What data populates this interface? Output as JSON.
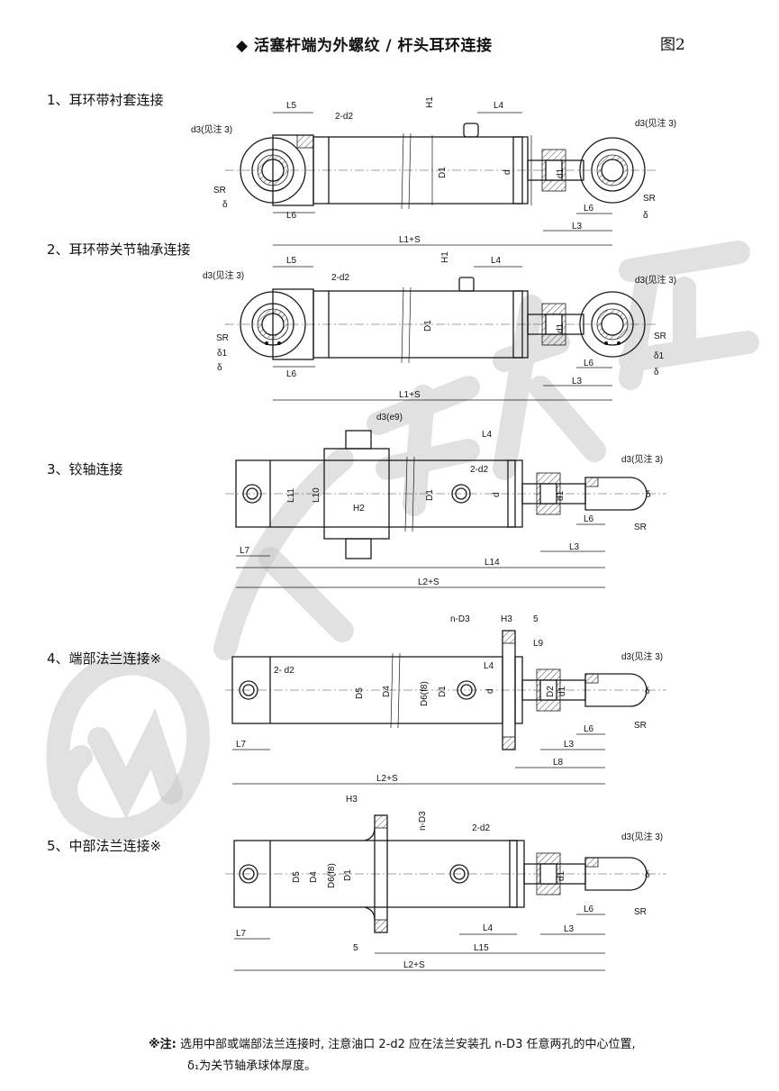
{
  "header": {
    "title": "◆ 活塞杆端为外螺纹 / 杆头耳环连接",
    "figure_label": "图2"
  },
  "sections": [
    {
      "label": "1、耳环带衬套连接"
    },
    {
      "label": "2、耳环带关节轴承连接"
    },
    {
      "label": "3、铰轴连接"
    },
    {
      "label": "4、端部法兰连接※"
    },
    {
      "label": "5、中部法兰连接※"
    }
  ],
  "dims": {
    "s1": [
      "L5",
      "2-d2",
      "H1",
      "L4",
      "d3(见注 3)",
      "d3(见注 3)",
      "D1",
      "d",
      "d1",
      "SR",
      "δ",
      "SR",
      "δ",
      "L6",
      "L6",
      "L3",
      "L1+S"
    ],
    "s2": [
      "L5",
      "2-d2",
      "H1",
      "L4",
      "d3(见注 3)",
      "d3(见注 3)",
      "D1",
      "d1",
      "SR",
      "δ1",
      "δ",
      "SR",
      "δ1",
      "δ",
      "L6",
      "L6",
      "L3",
      "L1+S"
    ],
    "s3": [
      "d3(e9)",
      "L4",
      "d3(见注 3)",
      "2-d2",
      "L11",
      "L10",
      "H2",
      "D1",
      "d",
      "d1",
      "δ",
      "L6",
      "SR",
      "L7",
      "L3",
      "L14",
      "L2+S"
    ],
    "s4": [
      "n-D3",
      "H3",
      "5",
      "L9",
      "L4",
      "d3(见注 3)",
      "2- d2",
      "D5",
      "D4",
      "D6(f8)",
      "D1",
      "d",
      "D2",
      "d1",
      "δ",
      "L6",
      "SR",
      "L7",
      "L3",
      "L8",
      "L2+S"
    ],
    "s5": [
      "H3",
      "n-D3",
      "2-d2",
      "d3(见注 3)",
      "D5",
      "D4",
      "D6(f8)",
      "D1",
      "d1",
      "δ",
      "L6",
      "SR",
      "L4",
      "L3",
      "L7",
      "5",
      "L15",
      "L2+S"
    ]
  },
  "note": {
    "prefix": "※注:",
    "line1": "选用中部或端部法兰连接时, 注意油口 2-d2 应在法兰安装孔 n-D3 任意两孔的中心位置,",
    "line2": "δ₁为关节轴承球体厚度。"
  }
}
